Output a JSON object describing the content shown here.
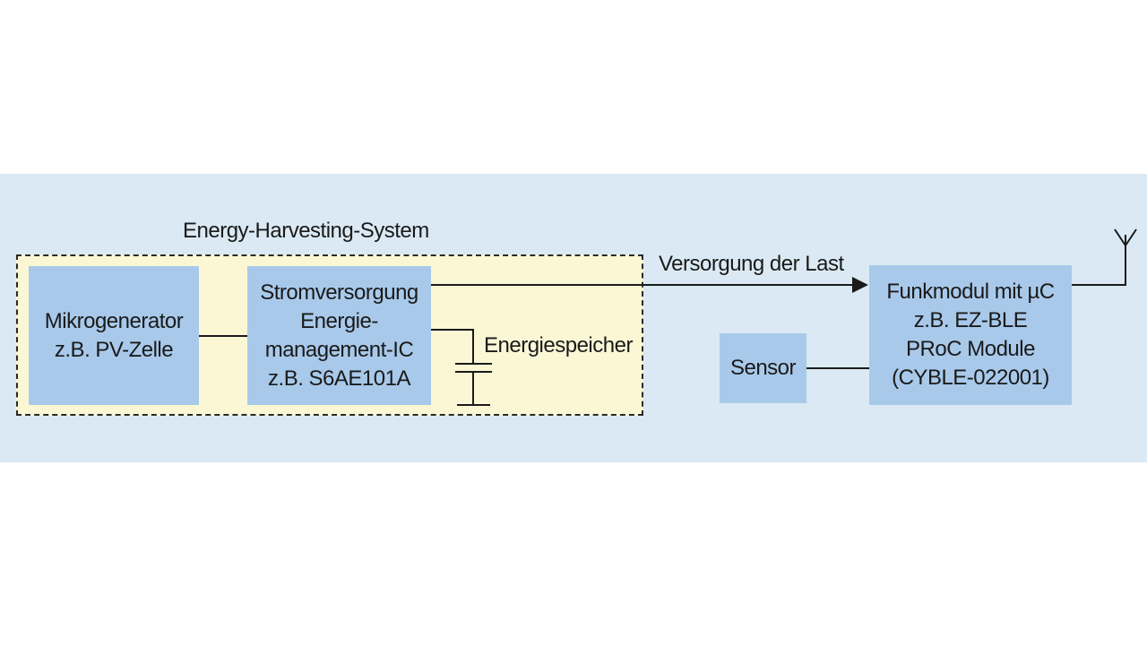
{
  "system": {
    "title": "Energy-Harvesting-System"
  },
  "blocks": {
    "mikrogenerator": {
      "lines": [
        "Mikrogenerator",
        "z.B. PV-Zelle"
      ]
    },
    "stromversorgung": {
      "lines": [
        "Stromversorgung",
        "Energie-",
        "management-IC",
        "z.B. S6AE101A"
      ]
    },
    "sensor": {
      "lines": [
        "Sensor"
      ]
    },
    "funkmodul": {
      "lines": [
        "Funkmodul mit µC",
        "z.B. EZ-BLE",
        "PRoC Module",
        "(CYBLE-022001)"
      ]
    }
  },
  "labels": {
    "energiespeicher": "Energiespeicher",
    "versorgung": "Versorgung der Last"
  },
  "colors": {
    "background_band": "#dae9f3",
    "system_frame": "#fbf7d5",
    "block_fill": "#a8c9ea",
    "line": "#1a1a1a"
  }
}
